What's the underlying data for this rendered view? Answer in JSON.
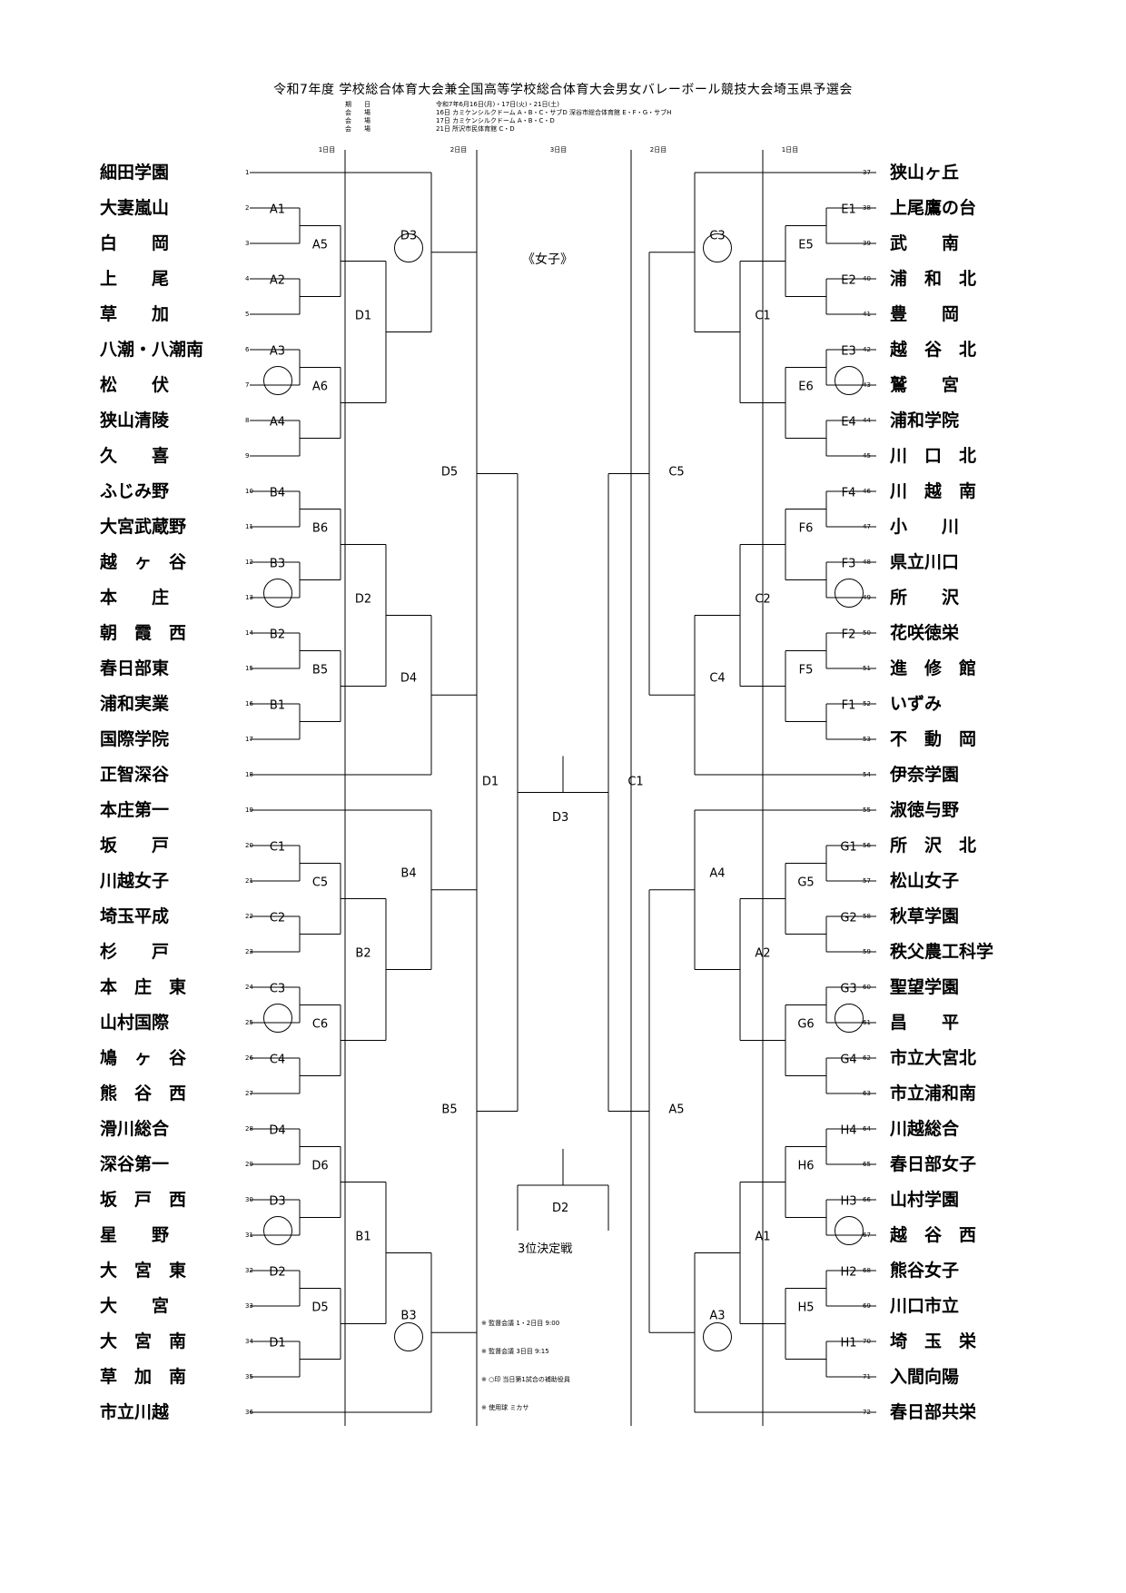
{
  "header": {
    "title": "令和7年度 学校総合体育大会兼全国高等学校総合体育大会男女バレーボール競技大会埼玉県予選会",
    "info_labels": [
      "期　　日",
      "会　　場",
      "会　　場",
      "会　　場"
    ],
    "info_values": [
      "令和7年6月16日(月)・17日(火)・21日(土)",
      "16日 カミケンシルクドーム A・B・C・サブD 深谷市総合体育館 E・F・G・サブH",
      "17日 カミケンシルクドーム A・B・C・D",
      "21日 所沢市民体育館 C・D"
    ]
  },
  "day_labels": [
    "1日目",
    "2日目",
    "3日目",
    "2日目",
    "1日目"
  ],
  "section_label": "《女子》",
  "teams_left": [
    "細田学園",
    "大妻嵐山",
    "白　　岡",
    "上　　尾",
    "草　　加",
    "八潮・八潮南",
    "松　　伏",
    "狭山清陵",
    "久　　喜",
    "ふじみ野",
    "大宮武蔵野",
    "越　ヶ　谷",
    "本　　庄",
    "朝　霞　西",
    "春日部東",
    "浦和実業",
    "国際学院",
    "正智深谷",
    "本庄第一",
    "坂　　戸",
    "川越女子",
    "埼玉平成",
    "杉　　戸",
    "本　庄　東",
    "山村国際",
    "鳩　ヶ　谷",
    "熊　谷　西",
    "滑川総合",
    "深谷第一",
    "坂　戸　西",
    "星　　野",
    "大　宮　東",
    "大　　宮",
    "大　宮　南",
    "草　加　南",
    "市立川越"
  ],
  "teams_right": [
    "狭山ヶ丘",
    "上尾鷹の台",
    "武　　南",
    "浦　和　北",
    "豊　　岡",
    "越　谷　北",
    "鷲　　宮",
    "浦和学院",
    "川　口　北",
    "川　越　南",
    "小　　川",
    "県立川口",
    "所　　沢",
    "花咲徳栄",
    "進　修　館",
    "いずみ",
    "不　動　岡",
    "伊奈学園",
    "淑徳与野",
    "所　沢　北",
    "松山女子",
    "秋草学園",
    "秩父農工科学",
    "聖望学園",
    "昌　　平",
    "市立大宮北",
    "市立浦和南",
    "川越総合",
    "春日部女子",
    "山村学園",
    "越　谷　西",
    "熊谷女子",
    "川口市立",
    "埼　玉　栄",
    "入間向陽",
    "春日部共栄"
  ],
  "numbers_left": [
    "1",
    "2",
    "3",
    "4",
    "5",
    "6",
    "7",
    "8",
    "9",
    "10",
    "11",
    "12",
    "13",
    "14",
    "15",
    "16",
    "17",
    "18",
    "19",
    "20",
    "21",
    "22",
    "23",
    "24",
    "25",
    "26",
    "27",
    "28",
    "29",
    "30",
    "31",
    "32",
    "33",
    "34",
    "35",
    "36"
  ],
  "numbers_right": [
    "37",
    "38",
    "39",
    "40",
    "41",
    "42",
    "43",
    "44",
    "45",
    "46",
    "47",
    "48",
    "49",
    "50",
    "51",
    "52",
    "53",
    "54",
    "55",
    "56",
    "57",
    "58",
    "59",
    "60",
    "61",
    "62",
    "63",
    "64",
    "65",
    "66",
    "67",
    "68",
    "69",
    "70",
    "71",
    "72"
  ],
  "matches_left_r1": [
    "A1",
    "A2",
    "A3",
    "A4",
    "B4",
    "B3",
    "B2",
    "B1",
    "C1",
    "C2",
    "C3",
    "C4",
    "D4",
    "D3",
    "D2",
    "D1"
  ],
  "matches_left_r2": [
    "A5",
    "A6",
    "B6",
    "B5",
    "C5",
    "C6",
    "D6",
    "D5"
  ],
  "matches_left_r3": [
    "D3",
    "D1",
    "D2",
    "D4",
    "B4",
    "B2",
    "B1",
    "B3"
  ],
  "matches_left_r4": [
    "D5",
    "B5"
  ],
  "matches_right_r1": [
    "E1",
    "E2",
    "E3",
    "E4",
    "F4",
    "F3",
    "F2",
    "F1",
    "G1",
    "G2",
    "G3",
    "G4",
    "H4",
    "H3",
    "H2",
    "H1"
  ],
  "matches_right_r2": [
    "E5",
    "E6",
    "F6",
    "F5",
    "G5",
    "G6",
    "H6",
    "H5"
  ],
  "matches_right_r3": [
    "C3",
    "C1",
    "C2",
    "C4",
    "A4",
    "A2",
    "A1",
    "A3"
  ],
  "matches_right_r4": [
    "C5",
    "A5"
  ],
  "final": {
    "left": "D1",
    "right": "C1",
    "label": "D3"
  },
  "third_place": {
    "label": "D2",
    "title": "3位決定戦"
  },
  "notes": [
    "※ 監督会議 1・2日目 9:00",
    "※ 監督会議 3日目 9:15",
    "※ ○印 当日第1試合の補助役員",
    "※ 使用球 ミカサ"
  ]
}
